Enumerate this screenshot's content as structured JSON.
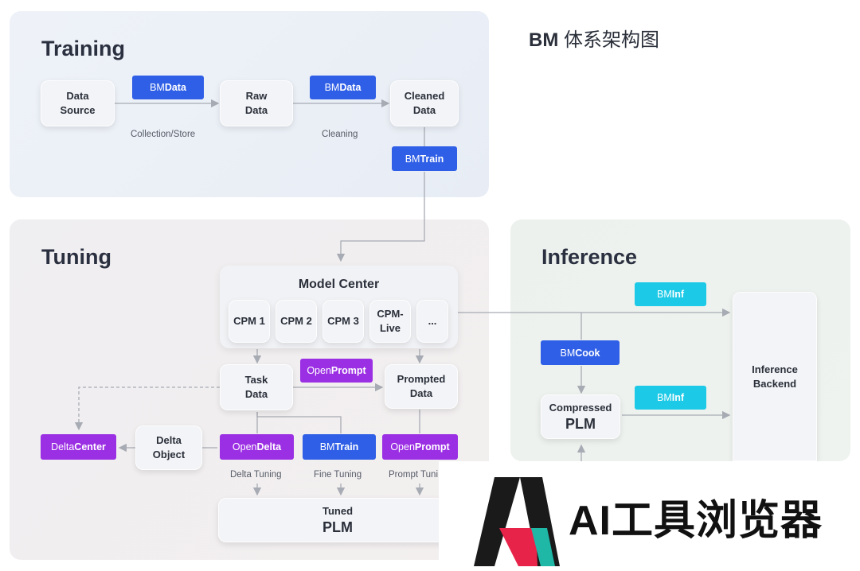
{
  "doc_title": {
    "prefix": "BM",
    "rest": " 体系架构图"
  },
  "panels": {
    "training": "Training",
    "tuning": "Tuning",
    "inference": "Inference"
  },
  "nodes": {
    "data_source": "Data\nSource",
    "raw_data": "Raw\nData",
    "cleaned_data": "Cleaned\nData",
    "model_center": "Model Center",
    "cpm1": "CPM 1",
    "cpm2": "CPM 2",
    "cpm3": "CPM 3",
    "cpm_live": "CPM-\nLive",
    "more": "...",
    "task_data": "Task\nData",
    "prompted_data": "Prompted\nData",
    "delta_object": "Delta\nObject",
    "tuned_plm_top": "Tuned",
    "tuned_plm_bottom": "PLM",
    "compressed_top": "Compressed",
    "compressed_bottom": "PLM",
    "inference_backend": "Inference\nBackend"
  },
  "tags": {
    "bmdata_1": {
      "a": "BM",
      "b": "Data"
    },
    "bmdata_2": {
      "a": "BM",
      "b": "Data"
    },
    "bmtrain_1": {
      "a": "BM",
      "b": "Train"
    },
    "openprompt_1": {
      "a": "Open",
      "b": "Prompt"
    },
    "deltacenter": {
      "a": "Delta",
      "b": "Center"
    },
    "opendelta": {
      "a": "Open",
      "b": "Delta"
    },
    "bmtrain_2": {
      "a": "BM",
      "b": "Train"
    },
    "openprompt_2": {
      "a": "Open",
      "b": "Prompt"
    },
    "bminf_1": {
      "a": "BM",
      "b": "Inf"
    },
    "bmcook": {
      "a": "BM",
      "b": "Cook"
    },
    "bminf_2": {
      "a": "BM",
      "b": "Inf"
    }
  },
  "edge_labels": {
    "collection": "Collection/Store",
    "cleaning": "Cleaning",
    "delta_tuning": "Delta Tuning",
    "fine_tuning": "Fine Tuning",
    "prompt_tuning": "Prompt Tuni"
  },
  "watermark": {
    "text": "AI工具浏览器",
    "colors": {
      "dark": "#1a1a1a",
      "red": "#e8234a",
      "teal": "#1fb7a6"
    }
  },
  "colors": {
    "blue": "#2f5fe6",
    "cyan": "#1cc9e6",
    "purple": "#9b2fe3"
  }
}
